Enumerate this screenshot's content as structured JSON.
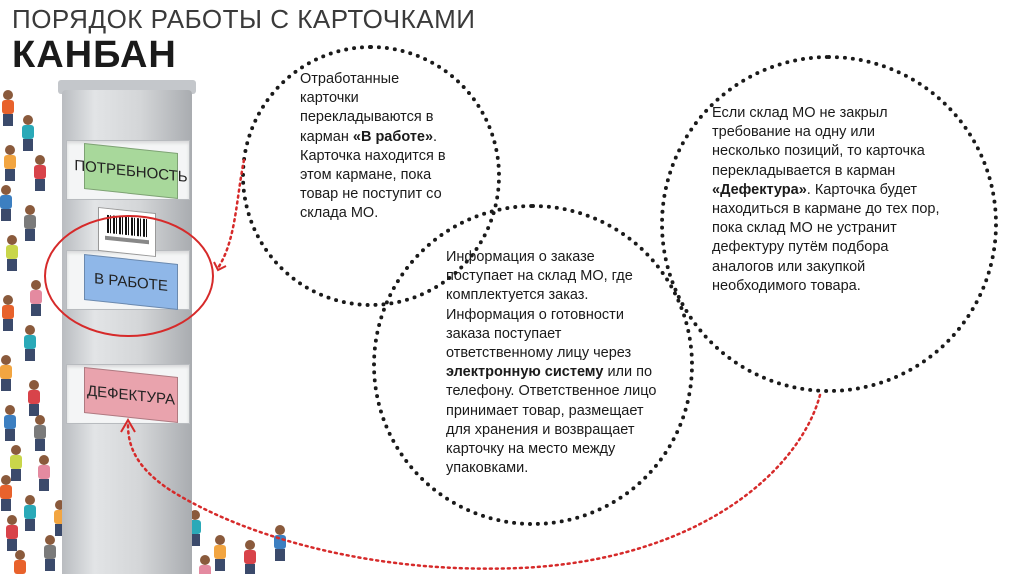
{
  "header": {
    "subtitle": "ПОРЯДОК РАБОТЫ С КАРТОЧКАМИ",
    "title": "КАНБАН"
  },
  "board": {
    "label_need": "ПОТРЕБНОСТЬ",
    "label_work": "В РАБОТЕ",
    "label_defect": "ДЕФЕКТУРА"
  },
  "bubble1": {
    "t_a": "Отработанные карточки перекладываются в карман ",
    "t_b": "«В работе»",
    "t_c": ". Карточка находится в этом кармане, пока товар не поступит со склада МО."
  },
  "bubble2": {
    "t_a": "Информация о заказе поступает на склад МО, где комплектуется заказ. Информация о готовности заказа поступает ответственному лицу через ",
    "t_b": "электронную систему",
    "t_c": " или по телефону. Ответственное лицо принимает товар, размещает для хранения и возвращает карточку на место между упаковками."
  },
  "bubble3": {
    "t_a": "Если склад МО не закрыл требование на одну или несколько позиций, то карточка перекладывается в карман ",
    "t_b": "«Дефектура»",
    "t_c": ". Карточка будет находиться в кармане до тех пор, пока склад МО не устранит дефектуру путём подбора аналогов или закупкой необходимого товара."
  },
  "colors": {
    "arrow_red": "#d62a2a",
    "need_green": "#a8d89b",
    "work_blue": "#8fb7e8",
    "defect_pink": "#e9a3ad"
  }
}
